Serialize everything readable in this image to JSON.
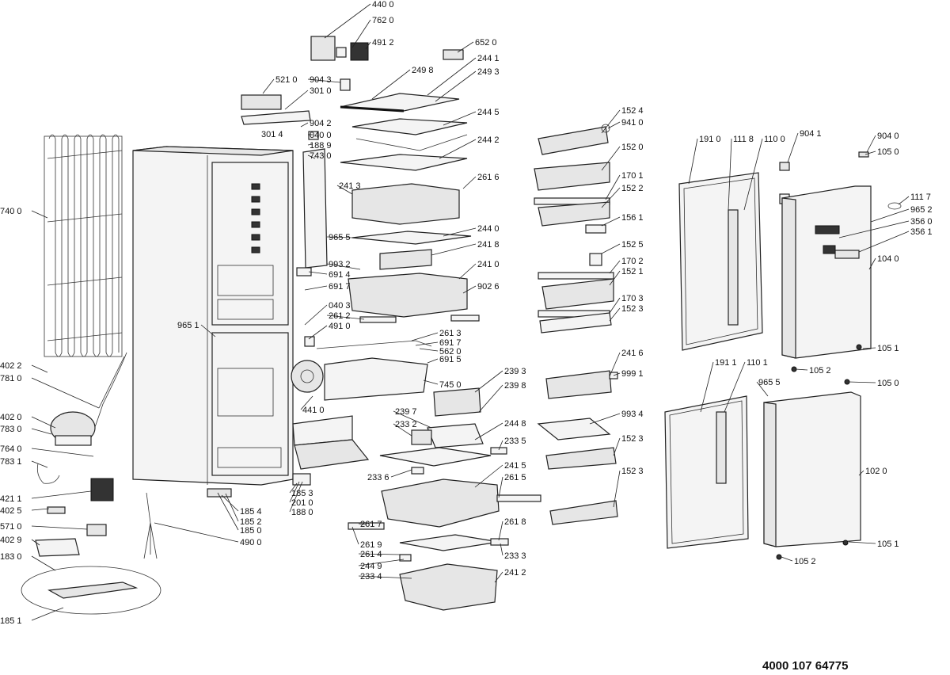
{
  "document_number": "4000 107 64775",
  "part_labels": {
    "p4400": "440 0",
    "p7620": "762 0",
    "p4912": "491 2",
    "p6520": "652 0",
    "p5210": "521 0",
    "p9043": "904 3",
    "p3010": "301 0",
    "p2498": "249 8",
    "p2441": "244 1",
    "p2493": "249 3",
    "p1524": "152 4",
    "p9410": "941 0",
    "p2445": "244 5",
    "p9042": "904 2",
    "p3014": "301 4",
    "p0400": "040 0",
    "p1889": "188 9",
    "p7430": "743 0",
    "p2442": "244 2",
    "p1520": "152 0",
    "p1910": "191 0",
    "p1118": "111 8",
    "p1100": "110 0",
    "p9041": "904 1",
    "p9040": "904 0",
    "p1050a": "105 0",
    "p1701": "170 1",
    "p2413": "241 3",
    "p2616": "261 6",
    "p1522": "152 2",
    "p1117": "111 7",
    "p9652": "965 2",
    "p7400": "740 0",
    "p1561": "156 1",
    "p3560": "356 0",
    "p2440": "244 0",
    "p3561": "356 1",
    "p9655": "965 5",
    "p2418": "241 8",
    "p1525": "152 5",
    "p1040": "104 0",
    "p1702": "170 2",
    "p9932": "993 2",
    "p2410": "241 0",
    "p6914": "691 4",
    "p1521": "152 1",
    "p6917a": "691 7",
    "p9026": "902 6",
    "p1703": "170 3",
    "p0403": "040 3",
    "p1523a": "152 3",
    "p2612": "261 2",
    "p9651": "965 1",
    "p4910": "491 0",
    "p2613": "261 3",
    "p6917b": "691 7",
    "p5620": "562 0",
    "p2416": "241 6",
    "p1051a": "105 1",
    "p6915": "691 5",
    "p4022": "402 2",
    "p1911": "191 1",
    "p1101": "110 1",
    "p9991": "999 1",
    "p2393": "239 3",
    "p1052a": "105 2",
    "p7810": "781 0",
    "p7450": "745 0",
    "p1050b": "105 0",
    "p2398": "239 8",
    "p9655b": "965 5",
    "p4410": "441 0",
    "p9934": "993 4",
    "p4020": "402 0",
    "p2397": "239 7",
    "p2448": "244 8",
    "p7830": "783 0",
    "p2332": "233 2",
    "p1523b": "152 3",
    "p2335": "233 5",
    "p7640": "764 0",
    "p7831": "783 1",
    "p2336": "233 6",
    "p2415": "241 5",
    "p1523c": "152 3",
    "p1020": "102 0",
    "p2615": "261 5",
    "p4211": "421 1",
    "p1853": "185 3",
    "p1854": "185 4",
    "p2010": "201 0",
    "p1852": "185 2",
    "p4025": "402 5",
    "p1880": "188 0",
    "p1850": "185 0",
    "p5710": "571 0",
    "p2617": "261 7",
    "p2618": "261 8",
    "p4900": "490 0",
    "p4029": "402 9",
    "p2619": "261 9",
    "p1051b": "105 1",
    "p2333": "233 3",
    "p2614": "261 4",
    "p1830": "183 0",
    "p2449": "244 9",
    "p1052b": "105 2",
    "p2412": "241 2",
    "p2334": "233 4",
    "p1851": "185 1"
  }
}
